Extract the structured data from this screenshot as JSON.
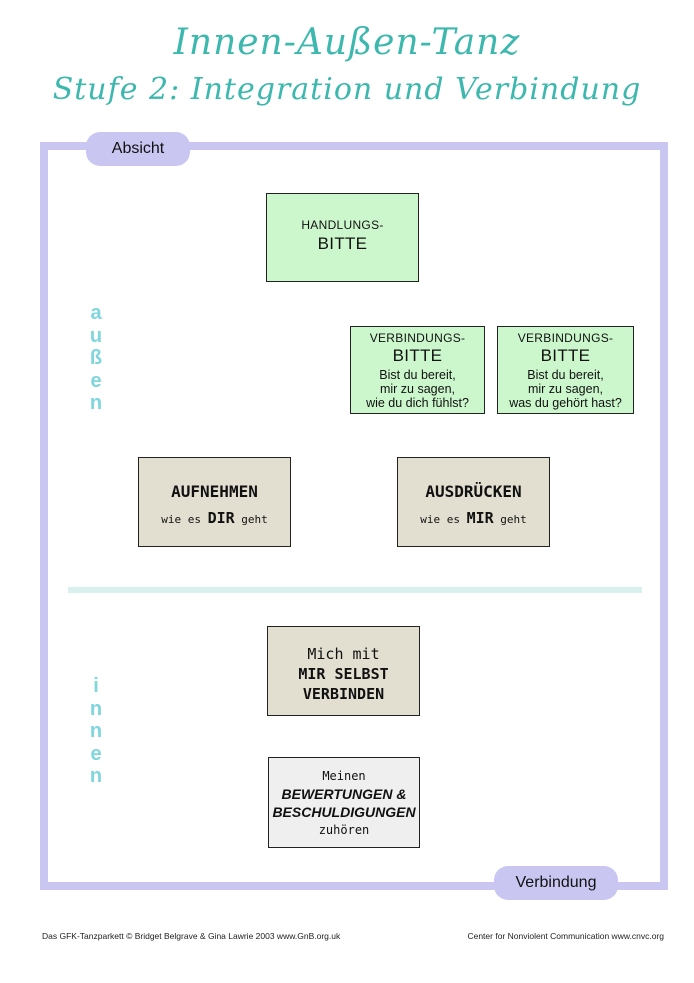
{
  "title": "Innen-Außen-Tanz",
  "subtitle": "Stufe 2:  Integration und Verbindung",
  "frame": {
    "top_label": "Absicht",
    "bottom_label": "Verbindung"
  },
  "side_labels": {
    "outer": [
      "a",
      "u",
      "ß",
      "e",
      "n"
    ],
    "inner": [
      "i",
      "n",
      "n",
      "e",
      "n"
    ]
  },
  "boxes": {
    "handlung": {
      "line1": "HANDLUNGS-",
      "line2": "BITTE"
    },
    "verbindung_left": {
      "line1": "VERBINDUNGS-",
      "line2": "BITTE",
      "q1": "Bist du bereit,",
      "q2": "mir zu sagen,",
      "q3": "wie du dich fühlst?"
    },
    "verbindung_right": {
      "line1": "VERBINDUNGS-",
      "line2": "BITTE",
      "q1": "Bist du bereit,",
      "q2": "mir zu sagen,",
      "q3": "was du gehört hast?"
    },
    "aufnehmen": {
      "title": "AUFNEHMEN",
      "pre": "wie es ",
      "key": "DIR",
      "post": " geht"
    },
    "ausdruecken": {
      "title": "AUSDRÜCKEN",
      "pre": "wie es ",
      "key": "MIR",
      "post": " geht"
    },
    "selbst": {
      "line1": "Mich mit",
      "line2": "MIR SELBST",
      "line3": "VERBINDEN"
    },
    "bewertungen": {
      "line1": "Meinen",
      "line2": "BEWERTUNGEN &",
      "line3": "BESCHULDIGUNGEN",
      "line4": "zuhören"
    }
  },
  "colors": {
    "title": "#3cb8ae",
    "frame": "#c9c6f2",
    "green_box": "#ccf7cc",
    "tan_box": "#e2dfd1",
    "side_text": "#7fd6dc"
  },
  "footer": {
    "left": "Das GFK-Tanzparkett © Bridget Belgrave & Gina Lawrie 2003     www.GnB.org.uk",
    "right": "Center for Nonviolent Communication   www.cnvc.org"
  }
}
